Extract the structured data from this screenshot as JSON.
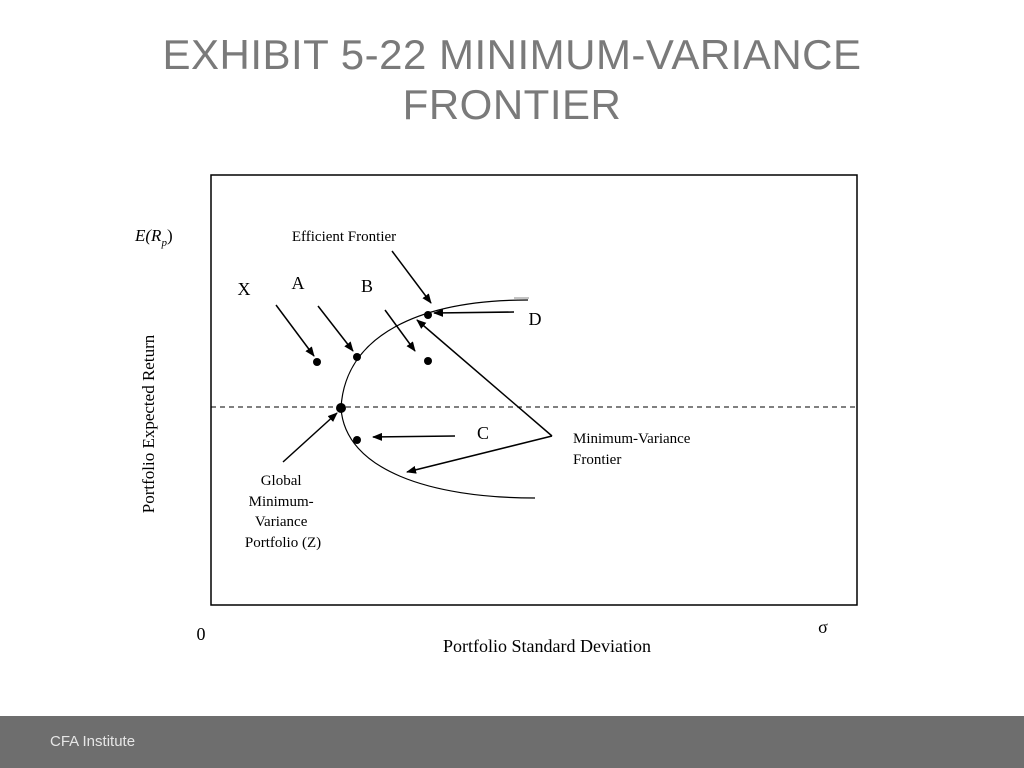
{
  "title": {
    "line1": "EXHIBIT 5-22 MINIMUM-VARIANCE",
    "line2": "FRONTIER"
  },
  "diagram": {
    "y_axis_symbol": {
      "main": "E(R",
      "sub": "p",
      "close": ")"
    },
    "y_axis_label": "Portfolio Expected Return",
    "x_axis_label": "Portfolio Standard Deviation",
    "origin_label": "0",
    "x_axis_symbol": "σ",
    "efficient_frontier_label": "Efficient Frontier",
    "point_labels": {
      "X": "X",
      "A": "A",
      "B": "B",
      "C": "C",
      "D": "D"
    },
    "mvf_label": {
      "line1": "Minimum-Variance",
      "line2": "Frontier"
    },
    "gmv_label": {
      "line1": "Global",
      "line2": "Minimum-",
      "line3": "Variance",
      "line4": "Portfolio (Z)"
    }
  },
  "footer": {
    "text": "CFA Institute"
  }
}
